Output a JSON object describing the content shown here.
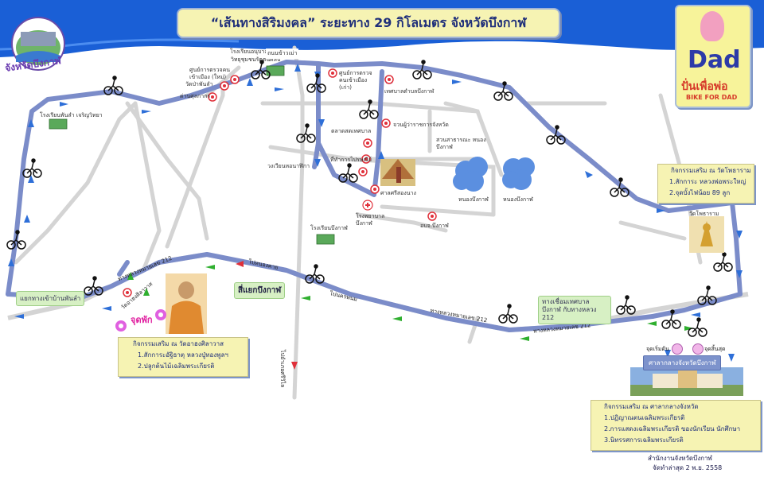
{
  "title": "“เส้นทางสิริมงคล” ระยะทาง 29 กิโลเมตร จังหวัดบึงกาฬ",
  "province_logo_label": "จังหวัดบึงกาฬ",
  "event_logo": {
    "big_text": "Dad",
    "thai_text": "ปั่นเพื่อพ่อ",
    "english_text": "BIKE FOR DAD"
  },
  "colors": {
    "river": "#1a5fd6",
    "route": "#7b8cc9",
    "road": "#d4d4d4",
    "box": "#f6f3b3",
    "arrow": "#2e6fd8",
    "green_arrow": "#2faf2f",
    "red_arrow": "#e0303a"
  },
  "places": {
    "school_phon_lam": "โรงเรียนพันลำ เจริญวิทยา",
    "school_anuban": "โรงเรียนอนุบาลบึงกาฬ",
    "vidya": "วิทยุชุมชนรัตตนศิลป์",
    "road_thanon": "ถนนข้าวเม่า",
    "office_old": "ศูนย์การตรวจคนเข้าเมือง (ใหม่)",
    "temple_phon": "วัดป่าพันลำ",
    "customs": "ด่านศุลกากร",
    "immigration_old": "ศูนย์การตรวจคนเข้าเมือง (เก่า)",
    "municipal": "เทศบาลตำบลบึงกาฬ",
    "provincial_hall_old": "จวนผู้ว่าราชการจังหวัด",
    "market": "ตลาดสดเทศบาล",
    "post": "ที่ทำการไปรษณีย์",
    "public_park": "สวนสาธารณะ หนองบึงกาฬ",
    "school_market": "วงเวียนหอนาฬิกา",
    "shrine": "ศาลศรีสองนาง",
    "hospital": "โรงพยาบาล บึงกาฬ",
    "pond1": "หนองบึงกาฬ",
    "pond2": "หนองบึงกาฬ",
    "school_bottom": "โรงเรียนบึงกาฬ",
    "district": "อบจ.บึงกาฬ",
    "temple_poth": "วัดโพธาราม",
    "junction_phon": "แยกทางเข้าบ้านพันลำ",
    "temple_ahong": "วัดอาฮงศิลาวาส",
    "start_label": "จุดพัก",
    "road_212_a": "ไปหนองคาย",
    "road_212_b": "ทางหลวงหมายเลข 212",
    "road_212_c": "ทางหลวงหมายเลข 212",
    "road_212_d": "ไปนครพนม",
    "road_south": "ไปอำเภอศรีวิไล",
    "road_phon": "ทางหลวงหมายเลข 212",
    "junction_bkk": "สี่แยกบึงกาฬ",
    "junction_municipal": "ทางเชื่อมเทศบาลบึงกาฬ กับทางหลวง 212",
    "start": "จุดเริ่มต้น",
    "finish": "จุดสิ้นสุด",
    "city_hall_tag": "ศาลากลางจังหวัดบึงกาฬ"
  },
  "info_boxes": {
    "poth": {
      "heading": "กิจกรรมเสริม ณ วัดโพธาราม",
      "items": [
        "1.สักการะ หลวงพ่อพระใหญ่",
        "2.จุดบั้งไฟน้อย 89 ลูก"
      ]
    },
    "ahong": {
      "heading": "กิจกรรมเสริม ณ วัดอาฮงศิลาวาส",
      "items": [
        "1.สักการะอัฐิธาตุ หลวงปู่ทองพูลฯ",
        "2.ปลูกต้นไม้เฉลิมพระเกียรติ"
      ]
    },
    "cityhall": {
      "heading": "กิจกรรมเสริม ณ ศาลากลางจังหวัด",
      "items": [
        "1.ปฏิญาณตนเฉลิมพระเกียรติ",
        "2.การแสดงเฉลิมพระเกียรติ ของนักเรียน นักศึกษา",
        "3.นิทรรศการเฉลิมพระเกียรติ"
      ]
    }
  },
  "footer": {
    "office": "สำนักงานจังหวัดบึงกาฬ",
    "updated": "จัดทำล่าสุด 2 พ.ย. 2558"
  }
}
